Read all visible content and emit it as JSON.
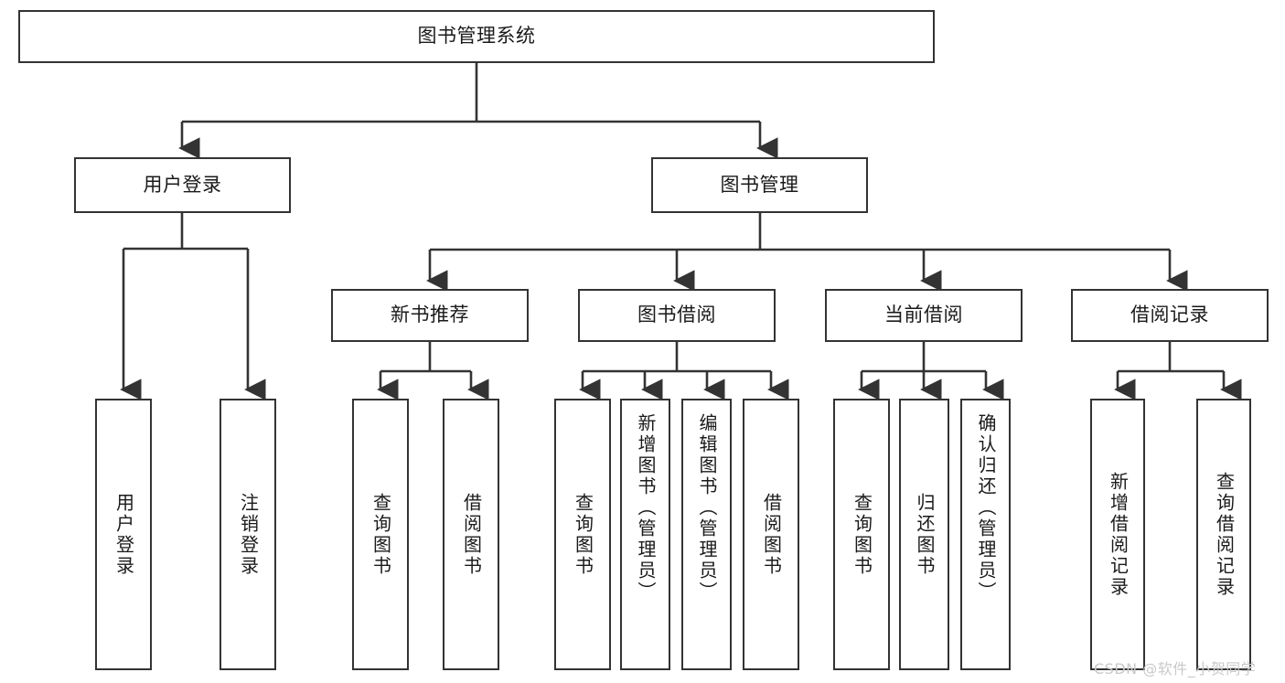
{
  "diagram": {
    "title": "图书管理系统",
    "type": "hierarchy-tree",
    "root": {
      "id": "root",
      "label": "图书管理系统",
      "level": 1
    },
    "level2": [
      {
        "id": "user-login",
        "label": "用户登录"
      },
      {
        "id": "book-manage",
        "label": "图书管理"
      }
    ],
    "level3": [
      {
        "id": "new-book-rec",
        "label": "新书推荐",
        "parent": "book-manage"
      },
      {
        "id": "book-borrow",
        "label": "图书借阅",
        "parent": "book-manage"
      },
      {
        "id": "current-borrow",
        "label": "当前借阅",
        "parent": "book-manage"
      },
      {
        "id": "borrow-record",
        "label": "借阅记录",
        "parent": "book-manage"
      }
    ],
    "leaves": [
      {
        "id": "leaf-user-login",
        "label": "用户登录",
        "parent": "user-login"
      },
      {
        "id": "leaf-logout",
        "label": "注销登录",
        "parent": "user-login"
      },
      {
        "id": "leaf-query-book-1",
        "label": "查询图书",
        "parent": "new-book-rec"
      },
      {
        "id": "leaf-borrow-book-1",
        "label": "借阅图书",
        "parent": "new-book-rec"
      },
      {
        "id": "leaf-query-book-2",
        "label": "查询图书",
        "parent": "book-borrow"
      },
      {
        "id": "leaf-add-book",
        "label": "新增图书（管理员）",
        "parent": "book-borrow"
      },
      {
        "id": "leaf-edit-book",
        "label": "编辑图书（管理员）",
        "parent": "book-borrow"
      },
      {
        "id": "leaf-borrow-book-2",
        "label": "借阅图书",
        "parent": "book-borrow"
      },
      {
        "id": "leaf-query-book-3",
        "label": "查询图书",
        "parent": "current-borrow"
      },
      {
        "id": "leaf-return-book",
        "label": "归还图书",
        "parent": "current-borrow"
      },
      {
        "id": "leaf-confirm-return",
        "label": "确认归还（管理员）",
        "parent": "current-borrow"
      },
      {
        "id": "leaf-add-record",
        "label": "新增借阅记录",
        "parent": "borrow-record"
      },
      {
        "id": "leaf-query-record",
        "label": "查询借阅记录",
        "parent": "borrow-record"
      }
    ],
    "colors": {
      "border": "#333333",
      "background": "#ffffff",
      "text": "#1a1a1a",
      "connector": "#333333",
      "watermark": "#c9c9c9"
    }
  },
  "watermark": {
    "text": "CSDN @软件_小贺同学"
  }
}
